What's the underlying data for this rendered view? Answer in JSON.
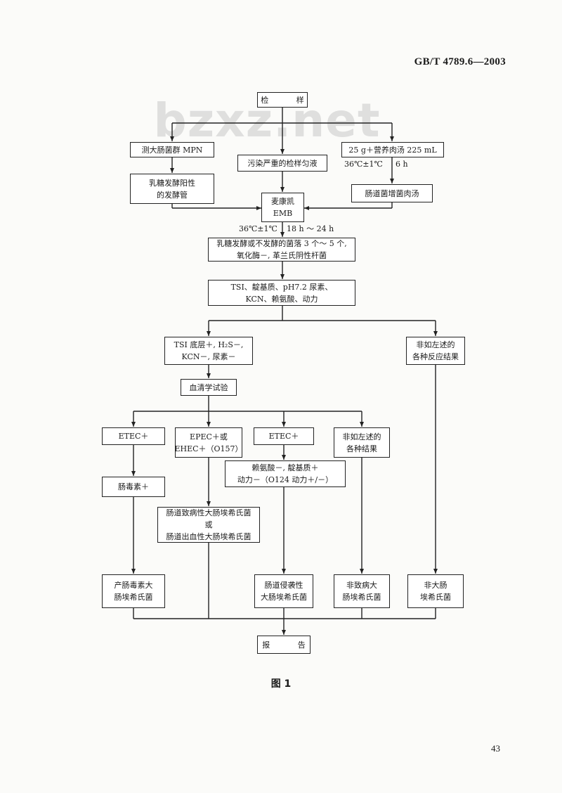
{
  "header": {
    "standard_number": "GB/T 4789.6—2003"
  },
  "watermark": {
    "text": "bzxz.net"
  },
  "flowchart": {
    "sample": "检 样",
    "mpn_coliform": "测大肠菌群 MPN",
    "heavy_pollution": "污染严重的检样匀液",
    "broth_25g": "25 g＋营养肉汤 225 mL",
    "temp_36_a": "36℃±1℃",
    "time_6h": "6 h",
    "lactose_positive": [
      "乳糖发酵阳性",
      "的发酵管"
    ],
    "enrichment_broth": "肠道菌增菌肉汤",
    "macconkey_emb": [
      "麦康凯",
      "EMB"
    ],
    "temp_36_b": "36℃±1℃",
    "time_18_24h": "18 h ～ 24 h",
    "colony_select": [
      "乳糖发酵或不发酵的菌落 3 个～ 5 个,",
      "氧化酶－, 革兰氏阴性杆菌"
    ],
    "biochem_tests": [
      "TSI、靛基质、pH7.2 尿素、",
      "KCN、赖氨酸、动力"
    ],
    "tsi_result": [
      "TSI 底层＋, H₂S－,",
      "KCN－, 尿素－"
    ],
    "non_above_reactions": [
      "非如左述的",
      "各种反应结果"
    ],
    "serology": "血清学试验",
    "etec_1": "ETEC＋",
    "epec_ehec": [
      "EPEC＋或",
      "EHEC＋（O157）"
    ],
    "etec_2": "ETEC＋",
    "non_above_results": [
      "非如左述的",
      "各种结果"
    ],
    "lysine_indole": [
      "赖氨酸－, 靛基质＋",
      "动力－（O124 动力＋/－）"
    ],
    "enterotoxin": "肠毒素＋",
    "pathogenic_hemorrhagic": [
      "肠道致病性大肠埃希氏菌",
      "或",
      "肠道出血性大肠埃希氏菌"
    ],
    "toxigenic_ecoli": [
      "产肠毒素大",
      "肠埃希氏菌"
    ],
    "invasive_ecoli": [
      "肠道侵袭性",
      "大肠埃希氏菌"
    ],
    "non_pathogenic": [
      "非致病大",
      "肠埃希氏菌"
    ],
    "non_ecoli": [
      "非大肠",
      "埃希氏菌"
    ],
    "report": "报 告"
  },
  "figure_caption": "图 1",
  "page_number": "43"
}
